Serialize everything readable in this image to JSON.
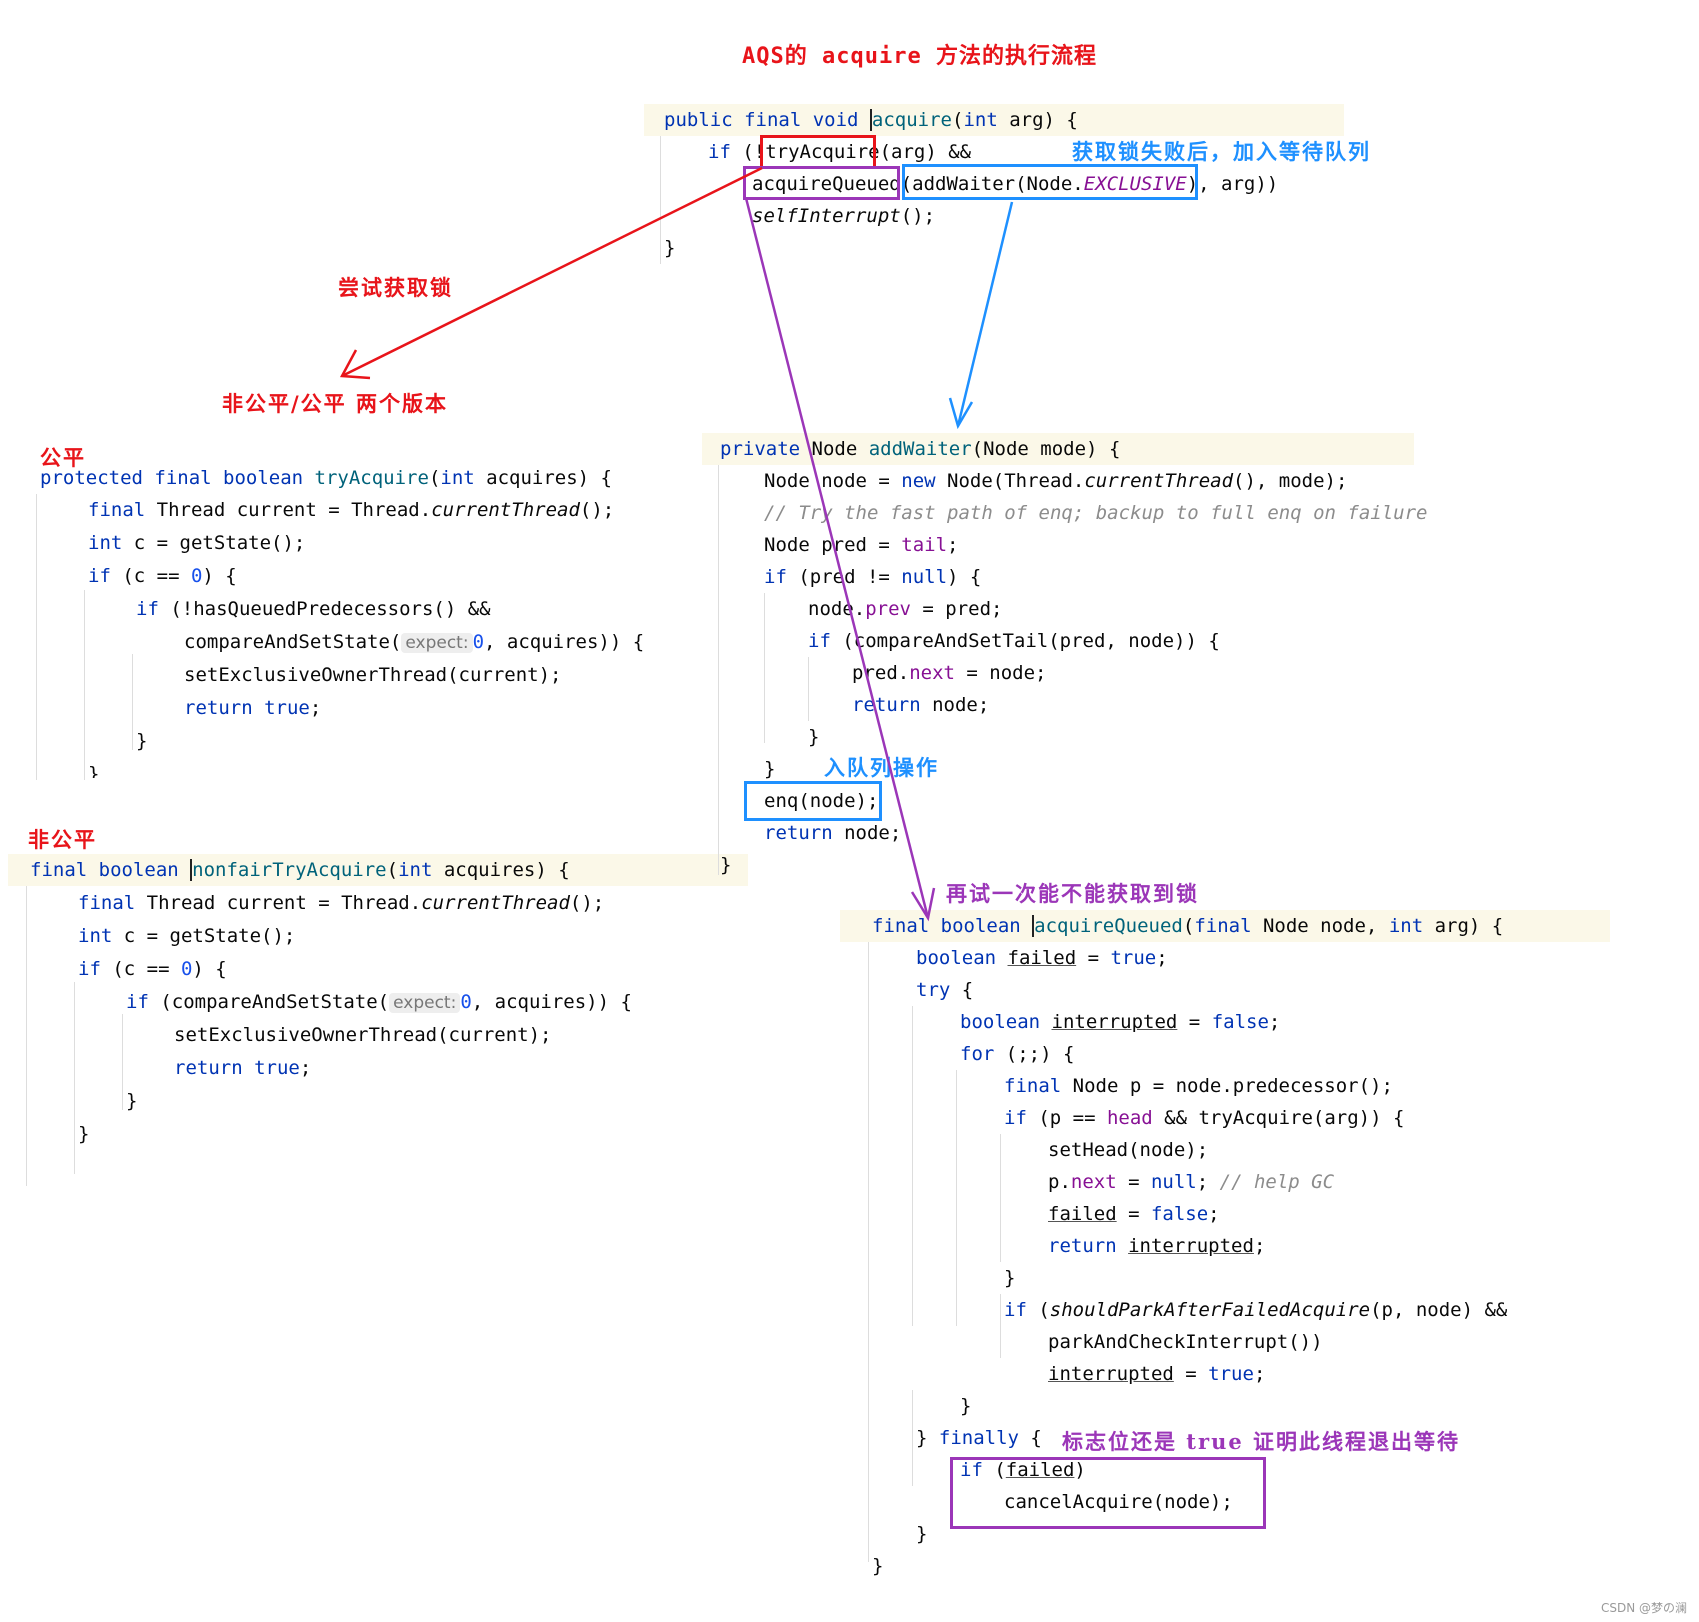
{
  "title": "AQS的 acquire 方法的执行流程",
  "notes": {
    "try_acquire_lock": "尝试获取锁",
    "fair_two_versions": "非公平/公平 两个版本",
    "fair": "公平",
    "nonfair": "非公平",
    "add_waiter_after_fail": "获取锁失败后，加入等待队列",
    "enqueue_op": "入队列操作",
    "try_again": "再试一次能不能获取到锁",
    "flag_true": "标志位还是 true 证明此线程退出等待"
  },
  "code": {
    "acquire": {
      "l1_kw": "public final void ",
      "l1_fn": "acquire",
      "l1_p": "(",
      "l1_kw2": "int",
      "l1_rest": " arg) {",
      "l2_kw": "if",
      "l2_a": " (!",
      "l2_fn": "tryAcquire",
      "l2_b": "(arg) &&",
      "l3_a": "acquireQueued(",
      "l3_b": "addWaiter(Node.",
      "l3_fld": "EXCLUSIVE",
      "l3_c": "), arg))",
      "l4": "selfInterrupt",
      "l4_b": "();",
      "l5": "}"
    },
    "fair": {
      "l1_kw": "protected final boolean ",
      "l1_fn": "tryAcquire",
      "l1_p": "(",
      "l1_kw2": "int",
      "l1_rest": " acquires) {",
      "l2_kw": "final",
      "l2_a": " Thread current = Thread.",
      "l2_it": "currentThread",
      "l2_b": "();",
      "l3_kw": "int",
      "l3_a": " c = getState();",
      "l4_kw": "if",
      "l4_a": " (c == ",
      "l4_num": "0",
      "l4_b": ") {",
      "l5_kw": "if",
      "l5_a": " (!hasQueuedPredecessors() &&",
      "l6_a": "compareAndSetState(",
      "l6_hint": "expect:",
      "l6_num": "0",
      "l6_b": ", acquires)) {",
      "l7": "setExclusiveOwnerThread(current);",
      "l8_kw": "return true",
      "l8_b": ";",
      "l9": "}",
      "l10": "}"
    },
    "nonfair": {
      "l1_kw": "final boolean ",
      "l1_fn": "nonfairTryAcquire",
      "l1_p": "(",
      "l1_kw2": "int",
      "l1_rest": " acquires) {",
      "l2_kw": "final",
      "l2_a": " Thread current = Thread.",
      "l2_it": "currentThread",
      "l2_b": "();",
      "l3_kw": "int",
      "l3_a": " c = getState();",
      "l4_kw": "if",
      "l4_a": " (c == ",
      "l4_num": "0",
      "l4_b": ") {",
      "l5_kw": "if",
      "l5_a": " (compareAndSetState(",
      "l5_hint": "expect:",
      "l5_num": "0",
      "l5_b": ", acquires)) {",
      "l6": "setExclusiveOwnerThread(current);",
      "l7_kw": "return true",
      "l7_b": ";",
      "l8": "}",
      "l9": "}"
    },
    "addWaiter": {
      "l1_kw": "private ",
      "l1_a": "Node ",
      "l1_fn": "addWaiter",
      "l1_rest": "(Node mode) {",
      "l2_a": "Node node = ",
      "l2_kw": "new",
      "l2_b": " Node(Thread.",
      "l2_it": "currentThread",
      "l2_c": "(), mode);",
      "l3_cm": "// Try the fast path of enq; backup to full enq on failure",
      "l4_a": "Node pred = ",
      "l4_fld": "tail",
      "l4_b": ";",
      "l5_kw": "if",
      "l5_a": " (pred != ",
      "l5_kw2": "null",
      "l5_b": ") {",
      "l6_a": "node.",
      "l6_fld": "prev",
      "l6_b": " = pred;",
      "l7_kw": "if",
      "l7_a": " (compareAndSetTail(pred, node)) {",
      "l8_a": "pred.",
      "l8_fld": "next",
      "l8_b": " = node;",
      "l9_kw": "return",
      "l9_a": " node;",
      "l10": "}",
      "l11": "}",
      "l12": "enq(node);",
      "l13_kw": "return",
      "l13_a": " node;",
      "l14": "}"
    },
    "acquireQueued": {
      "l1_kw": "final boolean ",
      "l1_fn": "acquireQueued",
      "l1_p": "(",
      "l1_kw2": "final",
      "l1_a": " Node node, ",
      "l1_kw3": "int",
      "l1_rest": " arg) {",
      "l2_kw": "boolean ",
      "l2_ul": "failed",
      "l2_a": " = ",
      "l2_kw2": "true",
      "l2_b": ";",
      "l3_kw": "try",
      "l3_a": " {",
      "l4_kw": "boolean ",
      "l4_ul": "interrupted",
      "l4_a": " = ",
      "l4_kw2": "false",
      "l4_b": ";",
      "l5_kw": "for",
      "l5_a": " (;;) {",
      "l6_kw": "final",
      "l6_a": " Node p = node.predecessor();",
      "l7_kw": "if",
      "l7_a": " (p == ",
      "l7_fld": "head",
      "l7_b": " && tryAcquire(arg)) {",
      "l8": "setHead(node);",
      "l9_a": "p.",
      "l9_fld": "next",
      "l9_b": " = ",
      "l9_kw": "null",
      "l9_c": "; ",
      "l9_cm": "// help GC",
      "l10_ul": "failed",
      "l10_a": " = ",
      "l10_kw": "false",
      "l10_b": ";",
      "l11_kw": "return",
      "l11_a": " ",
      "l11_ul": "interrupted",
      "l11_b": ";",
      "l12": "}",
      "l13_kw": "if",
      "l13_a": " (",
      "l13_it": "shouldParkAfterFailedAcquire",
      "l13_b": "(p, node) &&",
      "l14": "parkAndCheckInterrupt())",
      "l15_ul": "interrupted",
      "l15_a": " = ",
      "l15_kw": "true",
      "l15_b": ";",
      "l16": "}",
      "l17_a": "} ",
      "l17_kw": "finally",
      "l17_b": " {",
      "l18_kw": "if",
      "l18_a": " (",
      "l18_ul": "failed",
      "l18_b": ")",
      "l19": "cancelAcquire(node);",
      "l20": "}",
      "l21": "}"
    }
  },
  "colors": {
    "red": "#e8141a",
    "blue": "#1e90ff",
    "purple": "#9b36b8",
    "keyword": "#0033b3",
    "function": "#00627a",
    "field": "#871094"
  },
  "watermark": "CSDN @梦の澜"
}
